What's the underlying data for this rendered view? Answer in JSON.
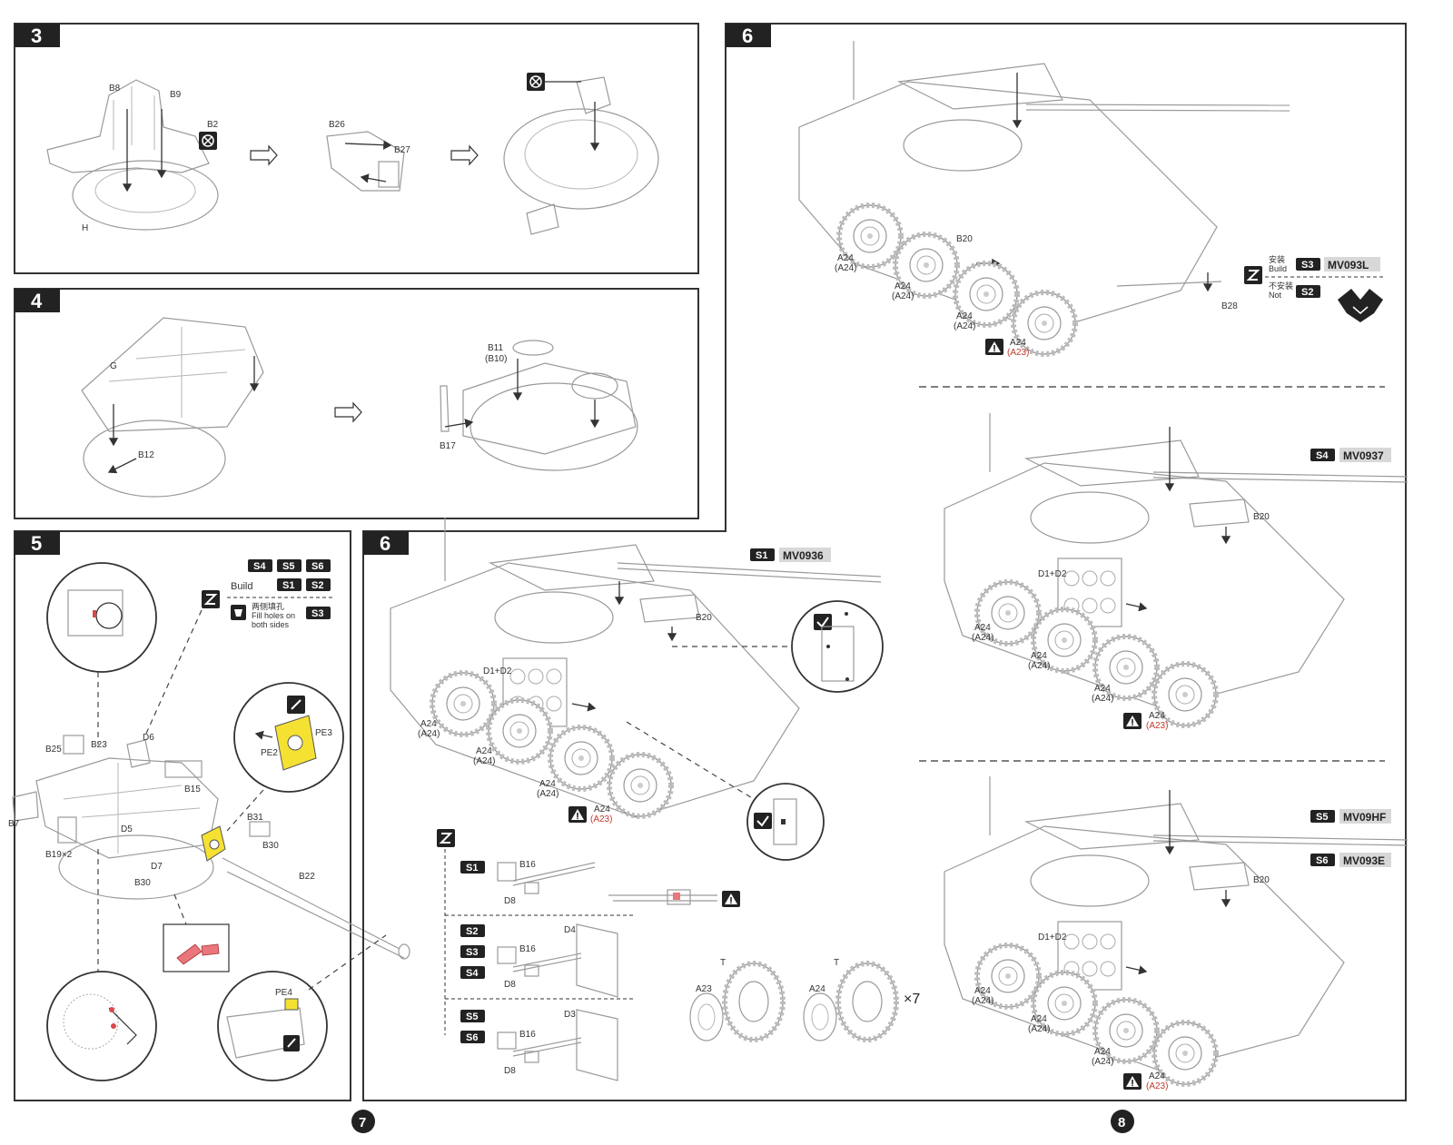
{
  "steps": {
    "s3": {
      "num": "3",
      "parts": [
        "B8",
        "B9",
        "B2",
        "H",
        "B26",
        "B27"
      ]
    },
    "s4": {
      "num": "4",
      "parts": [
        "G",
        "B12",
        "B11",
        "(B10)",
        "B17"
      ]
    },
    "s5": {
      "num": "5",
      "badges_row1": [
        "S4",
        "S5",
        "S6"
      ],
      "build_label": "Build",
      "badges_row2": [
        "S1",
        "S2"
      ],
      "fill_cn": "两侧填孔",
      "fill_en_1": "Fill holes on",
      "fill_en_2": "both sides",
      "fill_badge": "S3",
      "parts": [
        "B25",
        "B23",
        "D6",
        "B15",
        "B7",
        "D5",
        "B19×2",
        "D7",
        "B30",
        "B31",
        "B30",
        "B22",
        "PE3",
        "PE2",
        "PE4"
      ]
    },
    "s6_left": {
      "num": "6",
      "badge": "S1",
      "model": "MV0936",
      "parts": [
        "B20",
        "D1+D2",
        "A24",
        "(A24)",
        "A24",
        "(A24)",
        "A24",
        "(A24)",
        "A24",
        "(A23)"
      ],
      "sub1": {
        "badge": "S1",
        "parts": [
          "B16",
          "D8"
        ]
      },
      "sub2": {
        "badges": [
          "S2",
          "S3",
          "S4"
        ],
        "parts": [
          "B16",
          "D4",
          "D8"
        ]
      },
      "sub3": {
        "badges": [
          "S5",
          "S6"
        ],
        "parts": [
          "B16",
          "D3",
          "D8"
        ]
      },
      "wheel_a": {
        "part": "A23",
        "tag": "T"
      },
      "wheel_b": {
        "part": "A24",
        "tag": "T",
        "qty": "×7"
      }
    },
    "s6_right": {
      "num": "6",
      "v1": {
        "parts": [
          "A24",
          "(A24)",
          "B20",
          "A24",
          "(A24)",
          "A24",
          "(A24)",
          "A24",
          "(A23)",
          "B28"
        ],
        "build_cn": "安装",
        "build_en": "Build",
        "build_badge": "S3",
        "build_model": "MV093L",
        "not_cn": "不安装",
        "not_en": "Not",
        "not_badge": "S2"
      },
      "v2": {
        "badge": "S4",
        "model": "MV0937",
        "parts": [
          "B20",
          "D1+D2",
          "A24",
          "(A24)",
          "A24",
          "(A24)",
          "A24",
          "(A24)",
          "A24",
          "(A23)"
        ]
      },
      "v3": {
        "badge1": "S5",
        "model1": "MV09HF",
        "badge2": "S6",
        "model2": "MV093E",
        "parts": [
          "B20",
          "D1+D2",
          "A24",
          "(A24)",
          "A24",
          "(A24)",
          "A24",
          "(A24)",
          "A24",
          "(A23)"
        ]
      }
    }
  },
  "pages": {
    "left": "7",
    "right": "8"
  },
  "colors": {
    "highlight_yellow": "#f5e132",
    "highlight_red": "#e8767a",
    "badge_bg": "#222222",
    "model_bg": "#d8d8d8",
    "caution_red": "#c0392b"
  },
  "icons": [
    "no-glue-icon",
    "alternate-parts-icon",
    "warning-icon",
    "cement-icon",
    "brush-icon",
    "cut-icon",
    "fox-logo-icon"
  ]
}
